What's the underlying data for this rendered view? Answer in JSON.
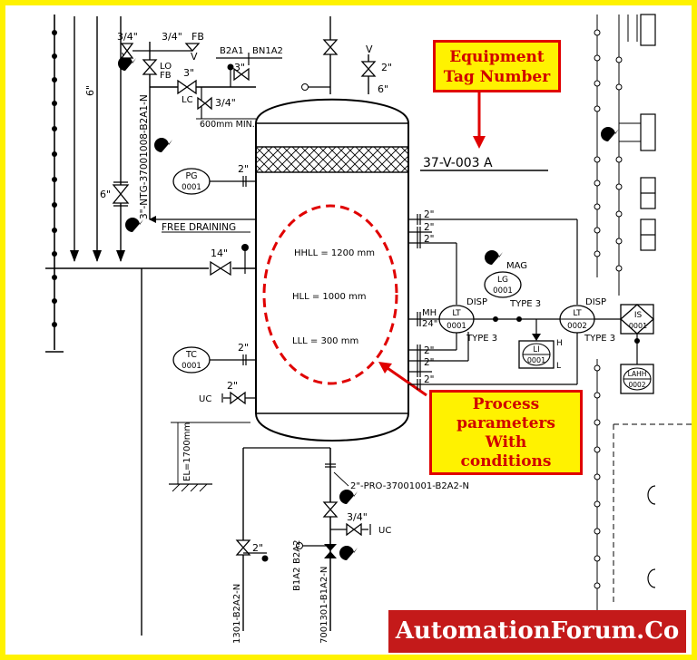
{
  "equipment_tag": "37-V-003 A",
  "callouts": {
    "tag": [
      "Equipment",
      "Tag Number"
    ],
    "params": [
      "Process",
      "parameters",
      "With",
      "conditions"
    ]
  },
  "levels": {
    "hhll": "HHLL = 1200 mm",
    "hll": "HLL = 1000 mm",
    "lll": "LLL = 300 mm"
  },
  "instruments": {
    "pg": [
      "PG",
      "0001"
    ],
    "tc": [
      "TC",
      "0001"
    ],
    "lg": [
      "LG",
      "0001"
    ],
    "lt1": [
      "LT",
      "0001"
    ],
    "lt2": [
      "LT",
      "0002"
    ],
    "li": [
      "LI",
      "0001"
    ],
    "is": [
      "IS",
      "0001"
    ],
    "lahh": [
      "LAHH",
      "0002"
    ]
  },
  "labels": {
    "free_draining": "FREE DRAINING",
    "min_600": "600mm MIN.",
    "line_ntg": "3\"-NTG-37001008-B2A1-N",
    "line_pro": "2\"-PRO-37001001-B2A2-N",
    "line_b1a2": "7001301-B1A2-N",
    "line_b2a2_left": "1301-B2A2-N",
    "b2a1": "B2A1",
    "bn1a2": "BN1A2",
    "b2a2": "B2A2",
    "b1a2": "B1A2",
    "el": "EL=1700mm",
    "uc": "UC",
    "mag": "MAG",
    "disp": "DISP",
    "type3": "TYPE 3",
    "mh": "MH",
    "mh_size": "24\"",
    "lo": "LO",
    "lc": "LC",
    "fb": "FB",
    "v": "V",
    "h": "H",
    "l": "L",
    "s_2in": "2\"",
    "s_3in": "3\"",
    "s_6in": "6\"",
    "s_14in": "14\"",
    "s_34in": "3/4\""
  },
  "brand": "AutomationForum.Co",
  "colors": {
    "frame": "#fff200",
    "callout_bg": "#fff200",
    "callout_border": "#e00000",
    "callout_text": "#d00000",
    "dashed_ellipse": "#e00000",
    "brand_bg": "#c41a1a"
  }
}
